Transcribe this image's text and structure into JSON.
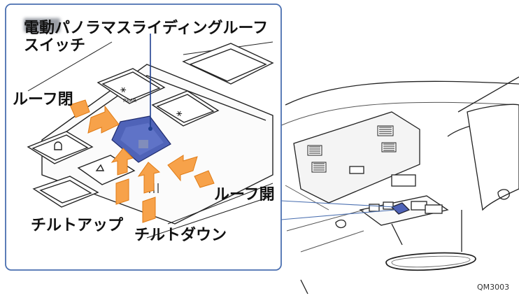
{
  "callout": {
    "title_line1": "電動パノラマスライディングルーフ",
    "title_line2": "スイッチ"
  },
  "labels": {
    "roof_close": "ルーフ閉",
    "roof_open": "ルーフ開",
    "tilt_up": "チルトアップ",
    "tilt_down": "チルトダウン"
  },
  "lamp_button": {
    "rear_text": "REAR"
  },
  "figure_code": "QM3003",
  "colors": {
    "frame": "#4a6fb0",
    "arrow_fill": "#f7a24a",
    "switch_fill": "#4f63b8",
    "leader_line": "#1f3f8f"
  }
}
